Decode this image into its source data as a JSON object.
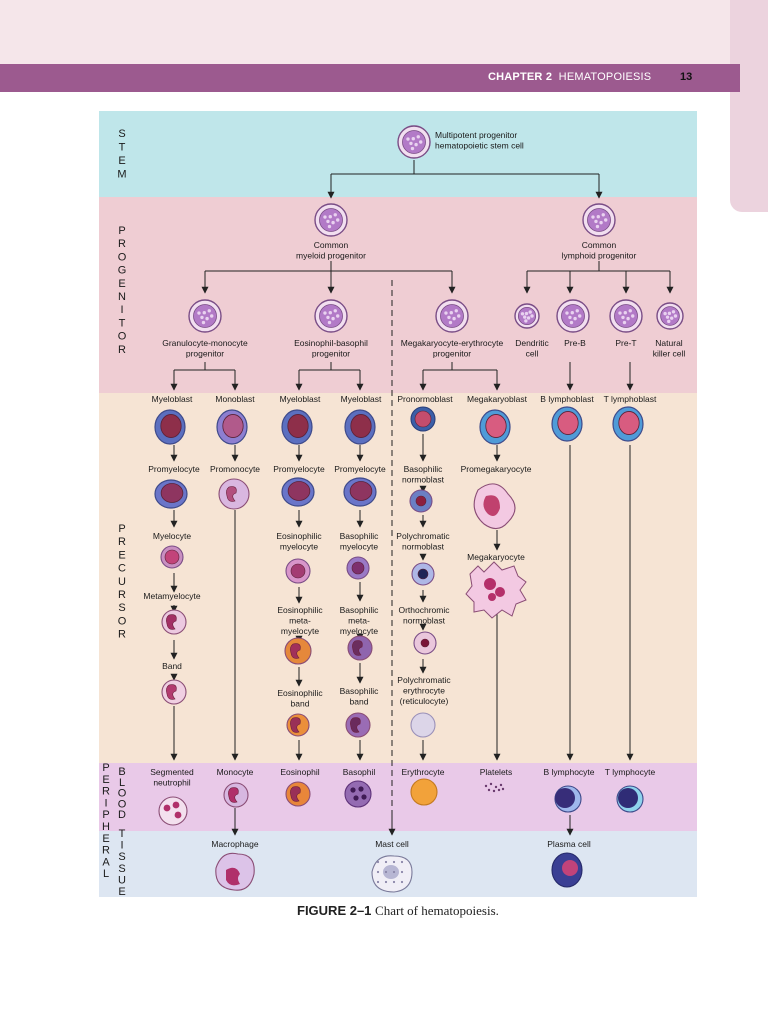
{
  "header": {
    "chapter": "CHAPTER 2",
    "title": "HEMATOPOIESIS",
    "page": "13"
  },
  "caption": {
    "figure": "FIGURE 2–1",
    "text": "Chart of hematopoiesis."
  },
  "bands": {
    "stem": "STEM",
    "progenitor": "PROGENITOR",
    "precursor": "PRECURSOR",
    "peripheral": "PERIPHERAL",
    "blood": "BLOOD",
    "tissue": "TISSUE"
  },
  "colors": {
    "stem": "#bfe6ea",
    "progenitor": "#efcdd3",
    "precursor": "#f6e4d4",
    "blood": "#e9c9e8",
    "tissue": "#dde6f2"
  },
  "cells": {
    "mpp": [
      "Multipotent progenitor",
      "hematopoietic stem cell"
    ],
    "cmp": [
      "Common",
      "myeloid progenitor"
    ],
    "clp": [
      "Common",
      "lymphoid progenitor"
    ],
    "gmp": [
      "Granulocyte-monocyte",
      "progenitor"
    ],
    "ebp": [
      "Eosinophil-basophil",
      "progenitor"
    ],
    "mep": [
      "Megakaryocyte-erythrocyte",
      "progenitor"
    ],
    "dendritic": [
      "Dendritic",
      "cell"
    ],
    "preb": [
      "Pre-B"
    ],
    "pret": [
      "Pre-T"
    ],
    "nk": [
      "Natural",
      "killer cell"
    ],
    "myeloblast1": [
      "Myeloblast"
    ],
    "monoblast": [
      "Monoblast"
    ],
    "myeloblast2": [
      "Myeloblast"
    ],
    "myeloblast3": [
      "Myeloblast"
    ],
    "pronormoblast": [
      "Pronormoblast"
    ],
    "megakaryoblast": [
      "Megakaryoblast"
    ],
    "blymphoblast": [
      "B lymphoblast"
    ],
    "tlymphoblast": [
      "T lymphoblast"
    ],
    "promyelocyte1": [
      "Promyelocyte"
    ],
    "promonocyte": [
      "Promonocyte"
    ],
    "promyelocyte2": [
      "Promyelocyte"
    ],
    "promyelocyte3": [
      "Promyelocyte"
    ],
    "basnormo": [
      "Basophilic",
      "normoblast"
    ],
    "promegak": [
      "Promegakaryocyte"
    ],
    "myelocyte": [
      "Myelocyte"
    ],
    "eosmyelocyte": [
      "Eosinophilic",
      "myelocyte"
    ],
    "basmyelocyte": [
      "Basophilic",
      "myelocyte"
    ],
    "polynormo": [
      "Polychromatic",
      "normoblast"
    ],
    "megakaryocyte": [
      "Megakaryocyte"
    ],
    "metamyelocyte": [
      "Metamyelocyte"
    ],
    "eosmeta": [
      "Eosinophilic",
      "meta-",
      "myelocyte"
    ],
    "basmeta": [
      "Basophilic",
      "meta-",
      "myelocyte"
    ],
    "orthonormo": [
      "Orthochromic",
      "normoblast"
    ],
    "band": [
      "Band"
    ],
    "eosband": [
      "Eosinophilic",
      "band"
    ],
    "basband": [
      "Basophilic",
      "band"
    ],
    "polyery": [
      "Polychromatic",
      "erythrocyte",
      "(reticulocyte)"
    ],
    "segneut": [
      "Segmented",
      "neutrophil"
    ],
    "monocyte": [
      "Monocyte"
    ],
    "eosinophil": [
      "Eosinophil"
    ],
    "basophil": [
      "Basophil"
    ],
    "erythrocyte": [
      "Erythrocyte"
    ],
    "platelets": [
      "Platelets"
    ],
    "blymphocyte": [
      "B lymphocyte"
    ],
    "tlymphocyte": [
      "T lymphocyte"
    ],
    "macrophage": [
      "Macrophage"
    ],
    "mastcell": [
      "Mast cell"
    ],
    "plasmacell": [
      "Plasma cell"
    ]
  }
}
